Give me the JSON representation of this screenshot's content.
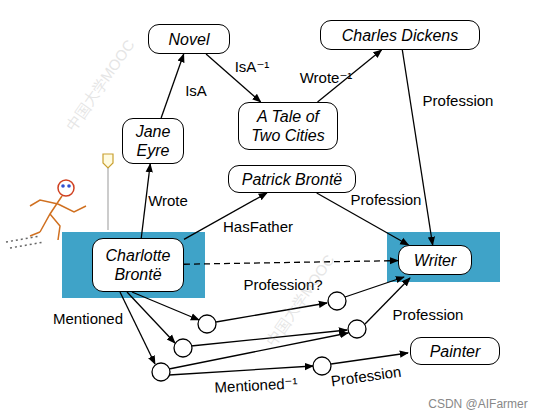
{
  "diagram": {
    "nodes": [
      {
        "text": [
          "Novel"
        ]
      },
      {
        "text": [
          "Charles Dickens"
        ]
      },
      {
        "text": [
          "Jane Eyre"
        ]
      },
      {
        "text": [
          "A Tale of Two Cities"
        ]
      },
      {
        "text": [
          "Patrick Brontë"
        ]
      },
      {
        "text": [
          "Charlotte Brontë"
        ]
      },
      {
        "text": [
          "Writer"
        ]
      },
      {
        "text": [
          "Painter"
        ]
      }
    ],
    "edges": [
      {
        "from": 5,
        "to": 2,
        "label": "Wrote",
        "arrow": "to"
      },
      {
        "from": 2,
        "to": 0,
        "label": "IsA",
        "arrow": "to"
      },
      {
        "from": 0,
        "to": 3,
        "label": "IsA⁻¹",
        "arrow": "to"
      },
      {
        "from": 3,
        "to": 1,
        "label": "Wrote⁻¹",
        "arrow": "to"
      },
      {
        "from": 1,
        "to": 6,
        "label": "Profession",
        "arrow": "to"
      },
      {
        "from": 5,
        "to": 4,
        "label": "HasFather",
        "arrow": "to"
      },
      {
        "from": 4,
        "to": 6,
        "label": "Profession",
        "arrow": "to"
      },
      {
        "from": 5,
        "to": 6,
        "label": "Profession?",
        "arrow": "to"
      }
    ],
    "labels": [
      "Mentioned",
      "Profession",
      "Mentioned⁻¹",
      "Profession",
      "CSDN @AIFarmer",
      "中国大学MOOC",
      "中国大学MOOC"
    ]
  }
}
